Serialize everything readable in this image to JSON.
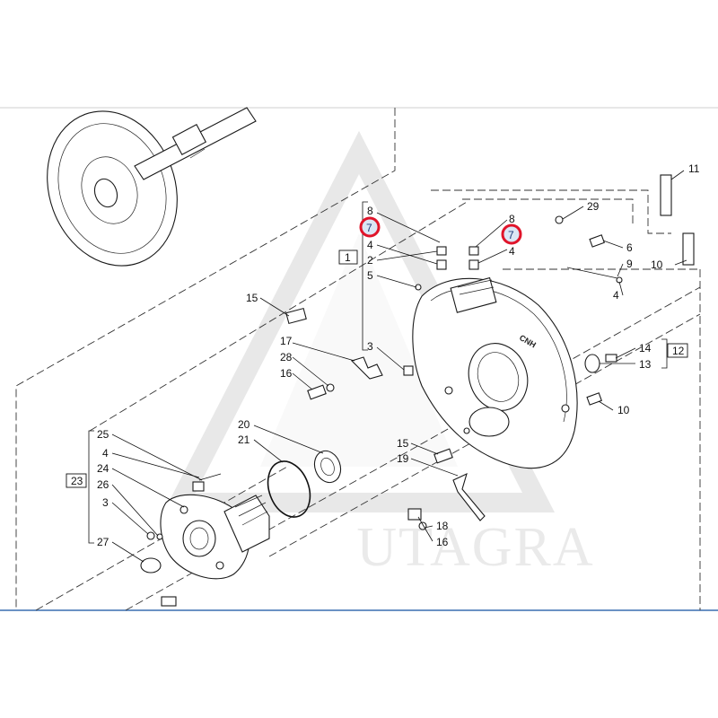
{
  "watermark": "UTAGRA",
  "highlight_color": "#e0142a",
  "accent_line_color": "#3a6fb0",
  "callouts": {
    "c1": "1",
    "c2": "2",
    "c3a": "3",
    "c3b": "3",
    "c4a": "4",
    "c4b": "4",
    "c4c": "4",
    "c4d": "4",
    "c5": "5",
    "c6": "6",
    "c7a": "7",
    "c7b": "7",
    "c8a": "8",
    "c8b": "8",
    "c9": "9",
    "c10a": "10",
    "c10b": "10",
    "c11": "11",
    "c12": "12",
    "c13": "13",
    "c14": "14",
    "c15a": "15",
    "c15b": "15",
    "c16a": "16",
    "c16b": "16",
    "c17": "17",
    "c18": "18",
    "c19": "19",
    "c20": "20",
    "c21": "21",
    "c23": "23",
    "c24": "24",
    "c25": "25",
    "c26": "26",
    "c27": "27",
    "c28": "28",
    "c29": "29"
  },
  "housing_mark": "CNH"
}
